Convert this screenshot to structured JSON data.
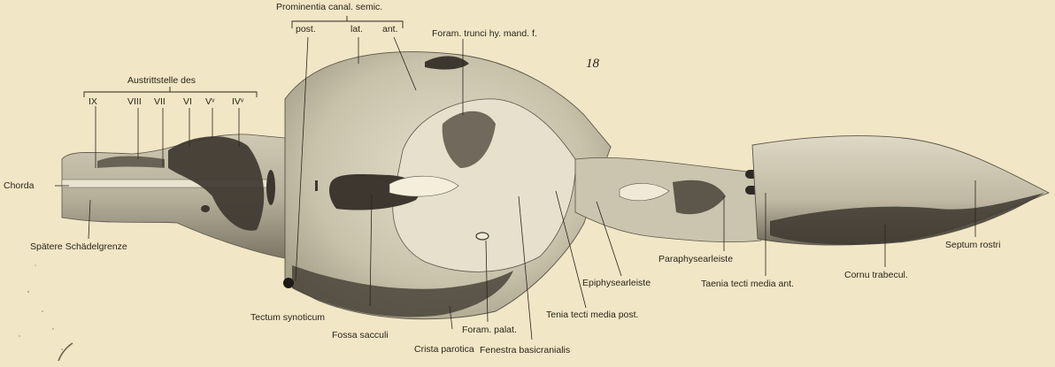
{
  "figure_number": "18",
  "labels": {
    "prominentia": "Prominentia canal. semic.",
    "post": "post.",
    "lat": "lat.",
    "ant": "ant.",
    "foramen_trunci": "Foram. trunci hy. mand. f.",
    "austrittstelle": "Austrittstelle des",
    "n_ix": "IX",
    "n_viii": "VIII",
    "n_vii": "VII",
    "n_vi": "VI",
    "n_vv": "Vᵛ",
    "n_ivv": "IVᵛ",
    "chorda": "Chorda",
    "spaetere": "Spätere Schädelgrenze",
    "tectum_synoticum": "Tectum synoticum",
    "fossa_sacculi": "Fossa sacculi",
    "crista_parotica": "Crista parotica",
    "foramen_palat": "Foram. palat.",
    "fenestra_basicranialis": "Fenestra basicranialis",
    "tenia_tecti_post": "Tenia tecti media post.",
    "epiphysearleiste": "Epiphysearleiste",
    "paraphysearleiste": "Paraphysearleiste",
    "taenia_tecti_ant": "Taenia tecti media ant.",
    "cornu_trabecul": "Cornu trabecul.",
    "septum_rostri": "Septum rostri"
  },
  "colors": {
    "background": "#f1e6c5",
    "cartilage": "#d6cfb8",
    "shadow": "#3e3730",
    "ink": "#2b241c"
  }
}
